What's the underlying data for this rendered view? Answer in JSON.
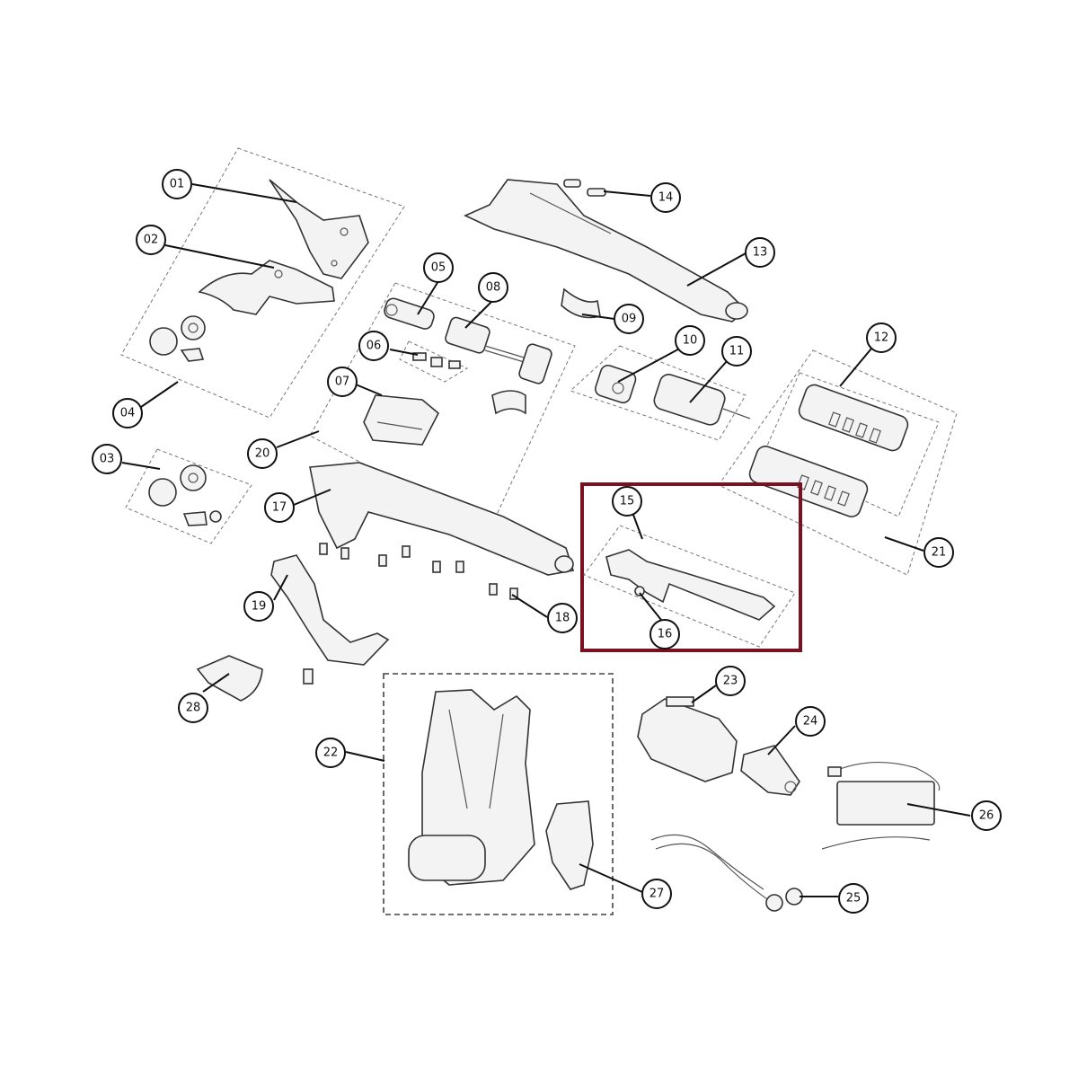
{
  "callouts": {
    "c01": "01",
    "c02": "02",
    "c03": "03",
    "c04": "04",
    "c05": "05",
    "c06": "06",
    "c07": "07",
    "c08": "08",
    "c09": "09",
    "c10": "10",
    "c11": "11",
    "c12": "12",
    "c13": "13",
    "c14": "14",
    "c15": "15",
    "c16": "16",
    "c17": "17",
    "c18": "18",
    "c19": "19",
    "c20": "20",
    "c21": "21",
    "c22": "22",
    "c23": "23",
    "c24": "24",
    "c25": "25",
    "c26": "26",
    "c27": "27",
    "c28": "28"
  },
  "colors": {
    "highlight": "#7b1020",
    "ink": "#111111"
  }
}
